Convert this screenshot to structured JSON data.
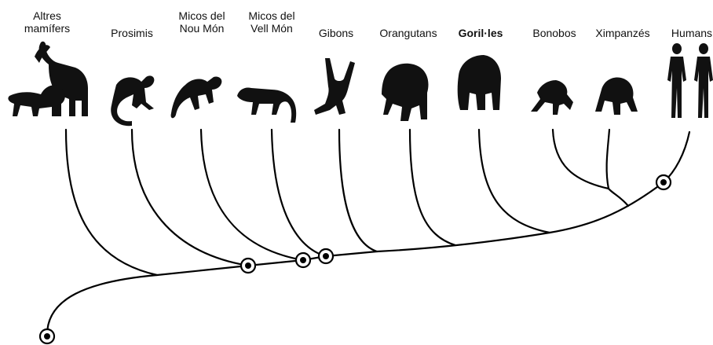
{
  "taxa": [
    {
      "id": "altres-mamifers",
      "lines": [
        "Altres",
        "mamífers"
      ],
      "icon": "elephant-lion-icon"
    },
    {
      "id": "prosimis",
      "lines": [
        "Prosimis"
      ],
      "icon": "lemur-icon"
    },
    {
      "id": "micos-nou-mon",
      "lines": [
        "Micos del",
        "Nou Món"
      ],
      "icon": "new-world-monkey-icon"
    },
    {
      "id": "micos-vell-mon",
      "lines": [
        "Micos del",
        "Vell Món"
      ],
      "icon": "old-world-monkey-icon"
    },
    {
      "id": "gibons",
      "lines": [
        "Gibons"
      ],
      "icon": "gibbon-icon"
    },
    {
      "id": "orangutans",
      "lines": [
        "Orangutans"
      ],
      "icon": "orangutan-icon"
    },
    {
      "id": "gorilles",
      "lines": [
        "Goril·les"
      ],
      "icon": "gorilla-icon"
    },
    {
      "id": "bonobos",
      "lines": [
        "Bonobos"
      ],
      "icon": "bonobo-icon"
    },
    {
      "id": "ximpanzes",
      "lines": [
        "Ximpanzés"
      ],
      "icon": "chimpanzee-icon"
    },
    {
      "id": "humans",
      "lines": [
        "Humans"
      ],
      "icon": "human-icon"
    }
  ],
  "colors": {
    "line": "#000000",
    "silhouette": "#111111",
    "background": "#ffffff"
  }
}
